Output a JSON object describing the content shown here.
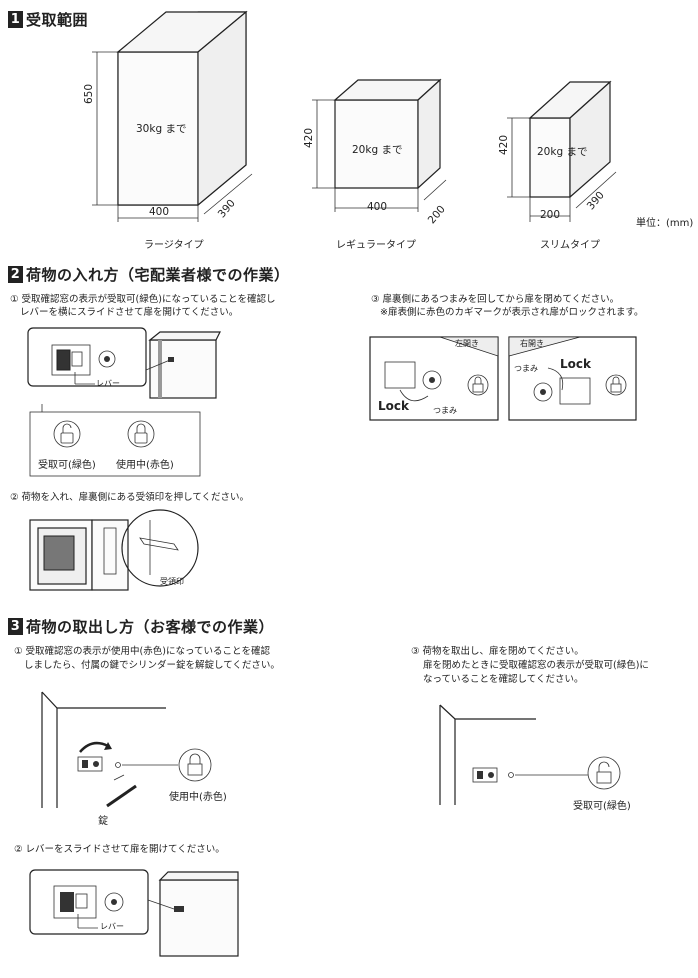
{
  "sections": [
    {
      "num": "1",
      "title": "受取範囲"
    },
    {
      "num": "2",
      "title": "荷物の入れ方（宅配業者様での作業）"
    },
    {
      "num": "3",
      "title": "荷物の取出し方（お客様での作業）"
    }
  ],
  "boxes": [
    {
      "capacity": "30kg まで",
      "height": "650",
      "width": "400",
      "depth": "390",
      "type": "ラージタイプ"
    },
    {
      "capacity": "20kg まで",
      "height": "420",
      "width": "400",
      "depth": "200",
      "type": "レギュラータイプ"
    },
    {
      "capacity": "20kg まで",
      "height": "420",
      "width": "200",
      "depth": "390",
      "type": "スリムタイプ"
    }
  ],
  "unit": "単位：(mm)",
  "delivery_steps": {
    "step1": [
      "① 受取確認窓の表示が受取可(緑色)になっていることを確認し",
      "レバーを横にスライドさせて扉を開けてください。"
    ],
    "step1_lever": "レバー",
    "status_available": "受取可(緑色)",
    "status_in_use": "使用中(赤色)",
    "step3": [
      "③ 扉裏側にあるつまみを回してから扉を閉めてください。",
      "※扉表側に赤色のカギマークが表示され扉がロックされます。"
    ],
    "left_open": "左開き",
    "right_open": "右開き",
    "lock": "Lock",
    "knob": "つまみ",
    "step2": "② 荷物を入れ、扉裏側にある受領印を押してください。",
    "stamp": "受領印"
  },
  "pickup_steps": {
    "step1": [
      "① 受取確認窓の表示が使用中(赤色)になっていることを確認",
      "しましたら、付属の鍵でシリンダー錠を解錠してください。"
    ],
    "key_label": "錠",
    "status_in_use": "使用中(赤色)",
    "step3": [
      "③ 荷物を取出し、扉を閉めてください。",
      "扉を閉めたときに受取確認窓の表示が受取可(緑色)に",
      "なっていることを確認してください。"
    ],
    "status_available": "受取可(緑色)",
    "step2": "② レバーをスライドさせて扉を開けてください。",
    "lever": "レバー"
  },
  "icons": {
    "unlocked_padlock": "unlocked-padlock-icon",
    "locked_padlock": "locked-padlock-icon"
  }
}
